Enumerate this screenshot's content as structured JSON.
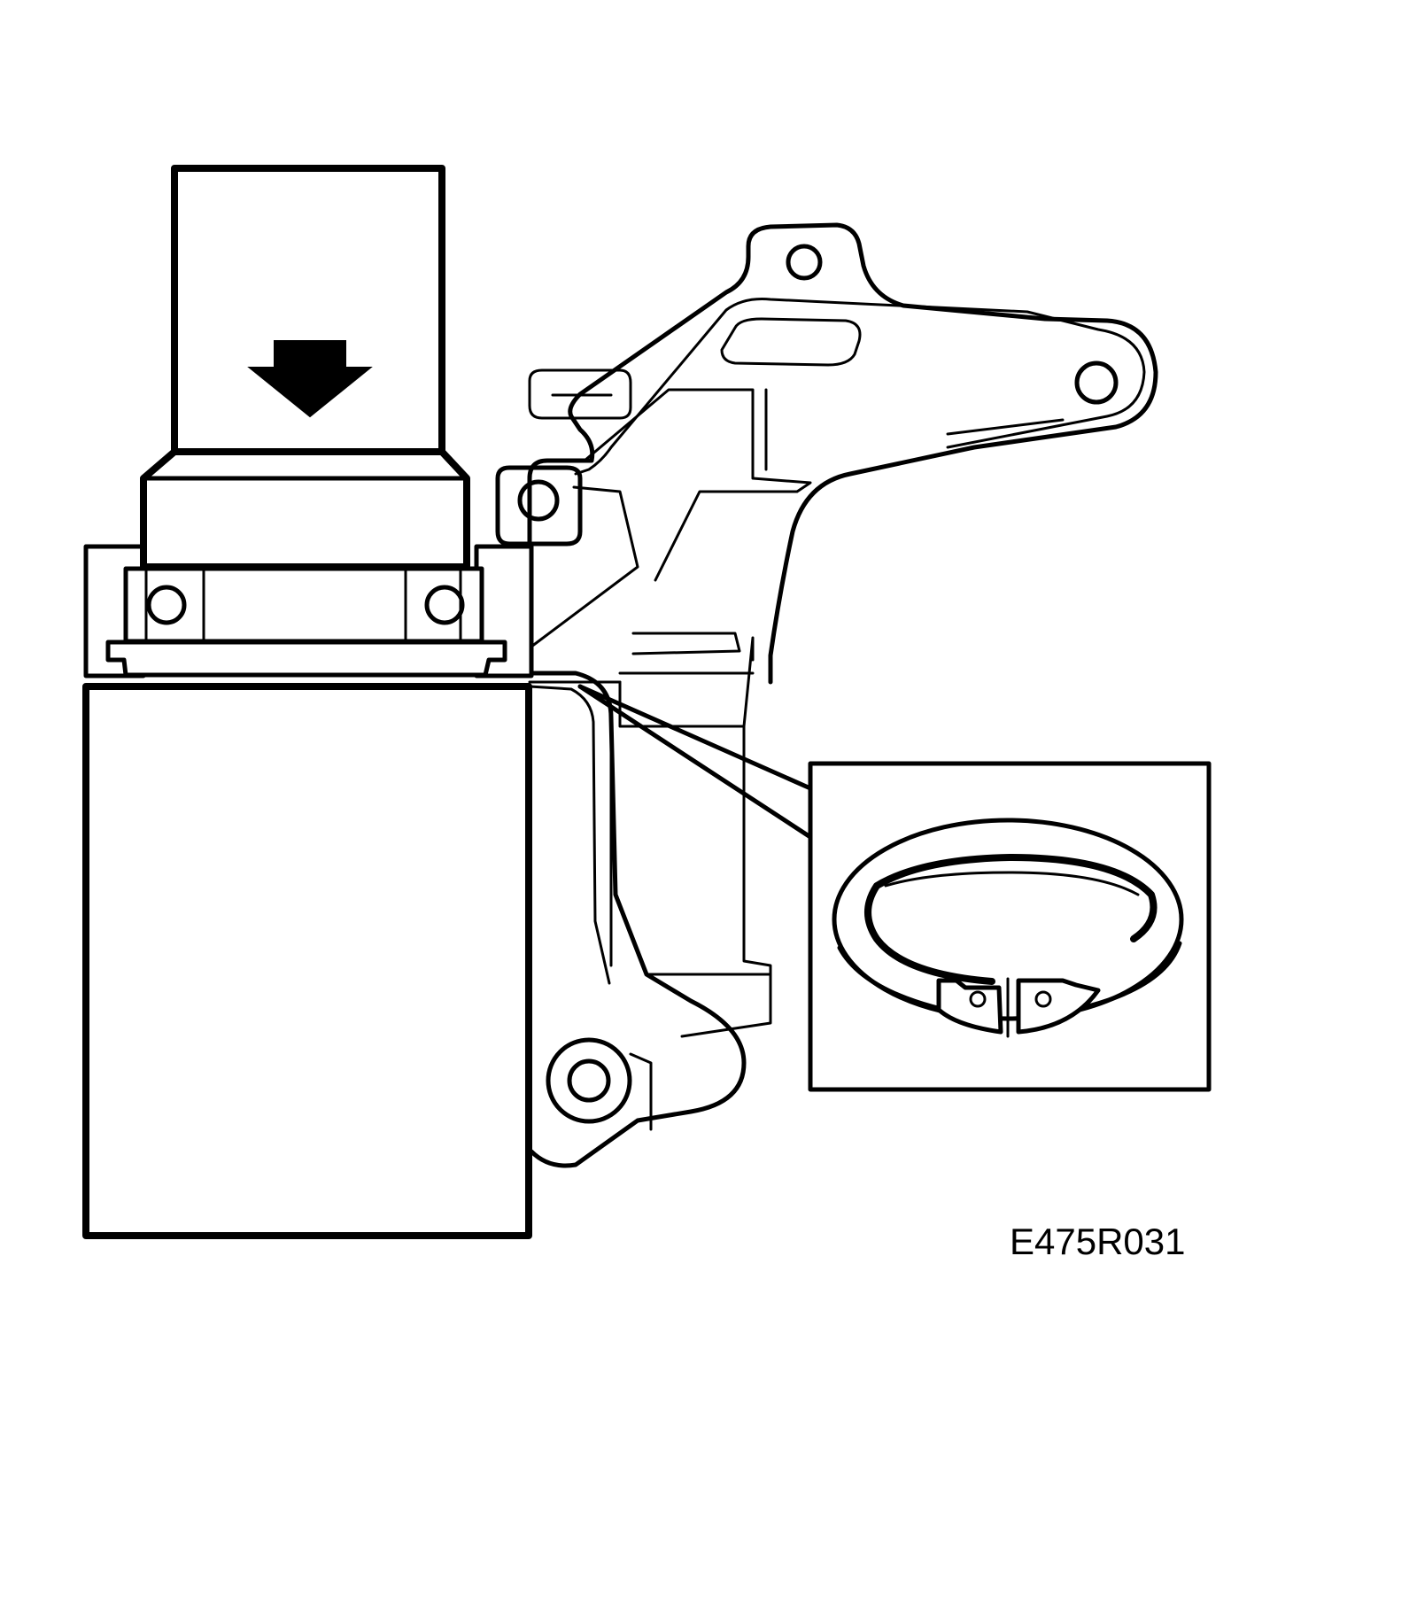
{
  "figure": {
    "code": "E475R031",
    "colors": {
      "line": "#000000",
      "background": "#ffffff"
    },
    "parts": [
      "pressing-tool",
      "bearing",
      "support-sleeve",
      "steering-knuckle",
      "circlip-detail"
    ],
    "icons": [
      "down-arrow-icon"
    ]
  }
}
